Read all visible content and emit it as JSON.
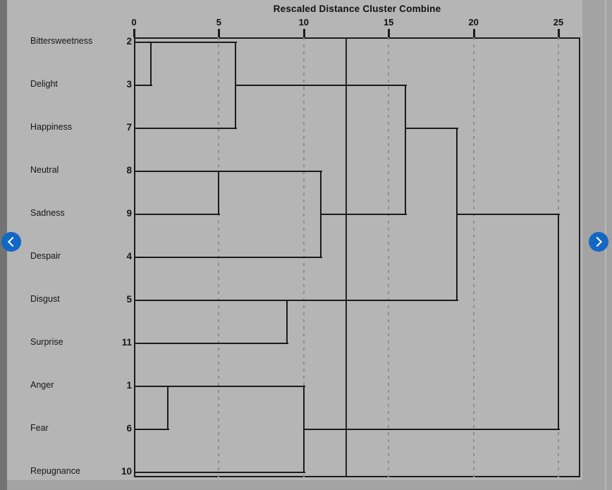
{
  "colors": {
    "page_background": "#a3a3a3",
    "figure_background": "#b5b5b5",
    "left_strip": "#737373",
    "line": "#1b1b1b",
    "gridline": "#8e8e8e",
    "text": "#161616",
    "nav_button_blue": "#1367c5",
    "nav_chevron": "#ffffff"
  },
  "chart_data": {
    "type": "dendrogram",
    "orientation": "horizontal",
    "title": "Rescaled Distance Cluster Combine",
    "axis": {
      "min": 0,
      "max": 25,
      "ticks": [
        0,
        5,
        10,
        15,
        20,
        25
      ],
      "gridlines": [
        5,
        10,
        15,
        20,
        25
      ],
      "grid_style": "dashed",
      "position": "top"
    },
    "cut_line": 12.5,
    "leaves": [
      {
        "row": 0,
        "label": "Bittersweetness",
        "case": "2"
      },
      {
        "row": 1,
        "label": "Delight",
        "case": "3"
      },
      {
        "row": 2,
        "label": "Happiness",
        "case": "7"
      },
      {
        "row": 3,
        "label": "Neutral",
        "case": "8"
      },
      {
        "row": 4,
        "label": "Sadness",
        "case": "9"
      },
      {
        "row": 5,
        "label": "Despair",
        "case": "4"
      },
      {
        "row": 6,
        "label": "Disgust",
        "case": "5"
      },
      {
        "row": 7,
        "label": "Surprise",
        "case": "11"
      },
      {
        "row": 8,
        "label": "Anger",
        "case": "1"
      },
      {
        "row": 9,
        "label": "Fear",
        "case": "6"
      },
      {
        "row": 10,
        "label": "Repugnance",
        "case": "10"
      }
    ],
    "merges": [
      {
        "cluster": [
          "2",
          "3"
        ],
        "distance": 1
      },
      {
        "cluster": [
          "2",
          "3",
          "7"
        ],
        "distance": 6
      },
      {
        "cluster": [
          "8",
          "9"
        ],
        "distance": 5
      },
      {
        "cluster": [
          "8",
          "9",
          "4"
        ],
        "distance": 11
      },
      {
        "cluster": [
          "2",
          "3",
          "7",
          "8",
          "9",
          "4"
        ],
        "distance": 16
      },
      {
        "cluster": [
          "5",
          "11"
        ],
        "distance": 9
      },
      {
        "cluster": [
          "2",
          "3",
          "7",
          "8",
          "9",
          "4",
          "5",
          "11"
        ],
        "distance": 19
      },
      {
        "cluster": [
          "1",
          "6"
        ],
        "distance": 2
      },
      {
        "cluster": [
          "1",
          "6",
          "10"
        ],
        "distance": 10
      },
      {
        "cluster": [
          "2",
          "3",
          "7",
          "8",
          "9",
          "4",
          "5",
          "11",
          "1",
          "6",
          "10"
        ],
        "distance": 25
      }
    ],
    "segments": [
      {
        "o": "h",
        "r": 0,
        "a": 0,
        "b": 1
      },
      {
        "o": "h",
        "r": 1,
        "a": 0,
        "b": 1
      },
      {
        "o": "v",
        "u": 1,
        "a": 0,
        "b": 1
      },
      {
        "o": "h",
        "r": 0,
        "a": 1,
        "b": 6
      },
      {
        "o": "h",
        "r": 2,
        "a": 0,
        "b": 6
      },
      {
        "o": "v",
        "u": 6,
        "a": 0,
        "b": 2
      },
      {
        "o": "h",
        "r": 1,
        "a": 6,
        "b": 16
      },
      {
        "o": "h",
        "r": 3,
        "a": 0,
        "b": 5
      },
      {
        "o": "h",
        "r": 4,
        "a": 0,
        "b": 5
      },
      {
        "o": "v",
        "u": 5,
        "a": 3,
        "b": 4
      },
      {
        "o": "h",
        "r": 3,
        "a": 5,
        "b": 11
      },
      {
        "o": "h",
        "r": 5,
        "a": 0,
        "b": 11
      },
      {
        "o": "v",
        "u": 11,
        "a": 3,
        "b": 5
      },
      {
        "o": "h",
        "r": 4,
        "a": 11,
        "b": 16
      },
      {
        "o": "v",
        "u": 16,
        "a": 1,
        "b": 4
      },
      {
        "o": "h",
        "r": 2,
        "a": 16,
        "b": 19
      },
      {
        "o": "h",
        "r": 6,
        "a": 0,
        "b": 9
      },
      {
        "o": "h",
        "r": 7,
        "a": 0,
        "b": 9
      },
      {
        "o": "v",
        "u": 9,
        "a": 6,
        "b": 7
      },
      {
        "o": "h",
        "r": 6,
        "a": 9,
        "b": 19
      },
      {
        "o": "v",
        "u": 19,
        "a": 2,
        "b": 6
      },
      {
        "o": "h",
        "r": 4,
        "a": 19,
        "b": 25
      },
      {
        "o": "h",
        "r": 8,
        "a": 0,
        "b": 2
      },
      {
        "o": "h",
        "r": 9,
        "a": 0,
        "b": 2
      },
      {
        "o": "v",
        "u": 2,
        "a": 8,
        "b": 9
      },
      {
        "o": "h",
        "r": 8,
        "a": 2,
        "b": 10
      },
      {
        "o": "h",
        "r": 10,
        "a": 0,
        "b": 10
      },
      {
        "o": "v",
        "u": 10,
        "a": 8,
        "b": 10
      },
      {
        "o": "h",
        "r": 9,
        "a": 10,
        "b": 25
      },
      {
        "o": "v",
        "u": 25,
        "a": 4,
        "b": 9
      }
    ]
  }
}
